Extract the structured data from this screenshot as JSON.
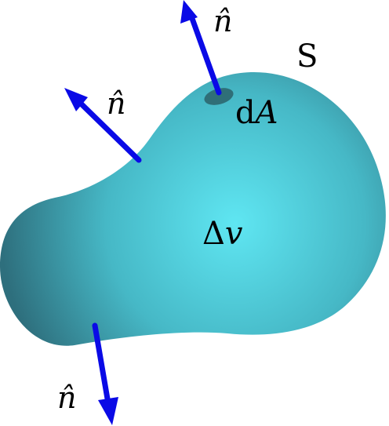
{
  "diagram": {
    "labels": {
      "surface": "S",
      "area_element_prefix": "d",
      "area_element_var": "A",
      "volume_prefix": "Δ",
      "volume_var": "v",
      "normal_top": "n̂",
      "normal_left": "n̂",
      "normal_bottom": "n̂"
    },
    "colors": {
      "surface_center": "#5fe6f2",
      "surface_mid": "#46b8c6",
      "surface_edge": "#2e6f7d",
      "area_patch": "#2f6f78",
      "arrow": "#0a0ae6",
      "text": "#000000"
    }
  }
}
